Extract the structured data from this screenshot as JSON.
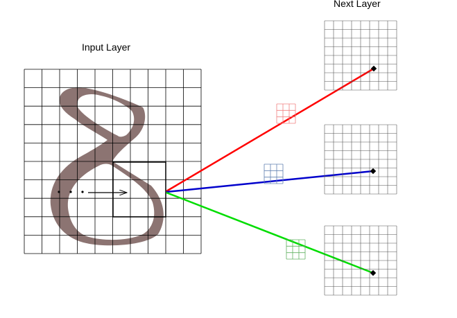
{
  "labels": {
    "input_layer": "Input Layer",
    "next_layer": "Next Layer"
  },
  "grids": {
    "input_cells": 10,
    "next_cells": 8,
    "kernel_cells": 3
  },
  "colors": {
    "grid_line": "#000000",
    "digit_fill": "#8c7472",
    "connection_red": "#ff0000",
    "connection_blue": "#0000cc",
    "connection_green": "#00dd00",
    "kernel_red": "#f08080",
    "kernel_blue": "#6080b0",
    "kernel_green": "#60b060"
  },
  "digit": "8"
}
